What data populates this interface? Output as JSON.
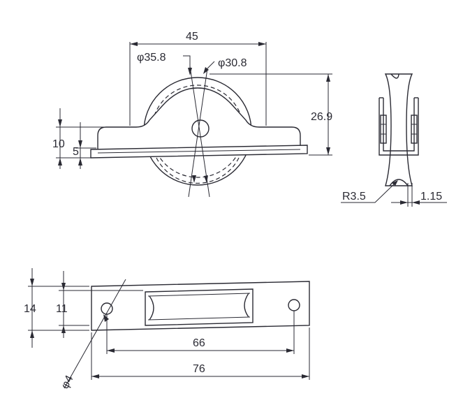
{
  "front_view": {
    "width_label": "45",
    "outer_diameter_label": "φ35.8",
    "inner_diameter_label": "φ30.8",
    "height_label": "26.9",
    "bracket_height_label": "10",
    "base_height_label": "5"
  },
  "side_view": {
    "radius_label": "R3.5",
    "thickness_label": "1.15"
  },
  "top_view": {
    "overall_width_label": "14",
    "inner_width_label": "11",
    "hole_pitch_label": "66",
    "overall_length_label": "76",
    "hole_diameter_label": "φ4"
  },
  "colors": {
    "ink": "#2a2a33",
    "paper": "#ffffff"
  }
}
